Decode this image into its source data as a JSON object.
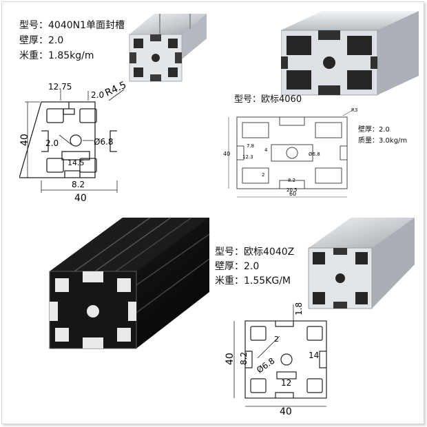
{
  "products": [
    {
      "model_label": "型号：",
      "model": "4040N1单面封槽",
      "wall_label": "壁厚：",
      "wall": "2.0",
      "weight_label": "米重：",
      "weight": "1.85kg/m",
      "dims": {
        "width": "40",
        "height": "40",
        "slot": "12.75",
        "wall": "2.0",
        "radius": "R4.5",
        "inner": "2.0",
        "hole": "Ø6.8",
        "core": "14.5",
        "depth": "8.2"
      }
    },
    {
      "model_label": "型号：",
      "model": "欧标4060",
      "wall_label": "壁厚：",
      "wall": "2.0",
      "weight_label": "质量：",
      "weight": "3.0kg/m",
      "dims": {
        "width": "60",
        "height": "40",
        "radius": "R3",
        "d1": "7.8",
        "d2": "4",
        "d3": "12.3",
        "hole": "Ø6.8",
        "d4": "8.2",
        "d5": "20.5",
        "d6": "2"
      }
    },
    {
      "model_label": "型号：",
      "model": "欧标4040Z",
      "wall_label": "壁厚：",
      "wall": "2.0",
      "weight_label": "米重：",
      "weight": "1.55KG/M",
      "dims": {
        "width": "40",
        "height": "40",
        "slot": "1.8",
        "d1": "2",
        "hole": "Ø6.8",
        "depth": "8.2",
        "side": "14",
        "core": "12"
      }
    }
  ],
  "colors": {
    "silver": "#c9ced3",
    "black": "#141414",
    "line": "#222222"
  }
}
